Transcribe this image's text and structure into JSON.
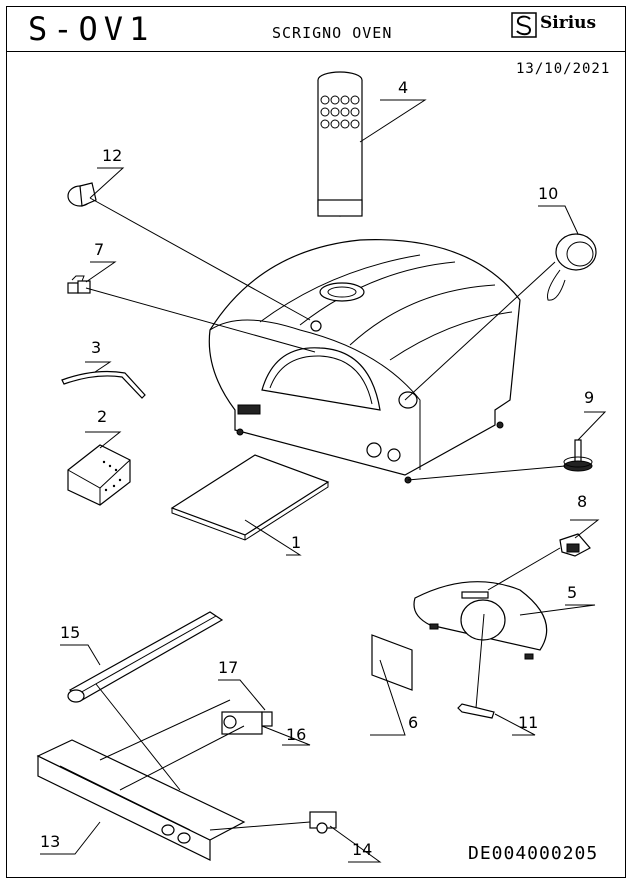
{
  "header": {
    "model_code": "S-OV1",
    "title": "SCRIGNO OVEN",
    "brand": "Sirius",
    "date": "13/10/2021"
  },
  "footer": {
    "document_number": "DE004000205"
  },
  "part_numbers": [
    "1",
    "2",
    "3",
    "4",
    "5",
    "6",
    "7",
    "8",
    "9",
    "10",
    "11",
    "12",
    "13",
    "14",
    "15",
    "16",
    "17"
  ]
}
